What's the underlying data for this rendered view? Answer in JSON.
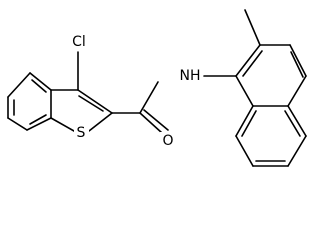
{
  "molecule": {
    "atoms": {
      "chlorine": "Cl",
      "sulfur": "S",
      "oxygen": "O",
      "amide_nitrogen": "NH"
    }
  }
}
